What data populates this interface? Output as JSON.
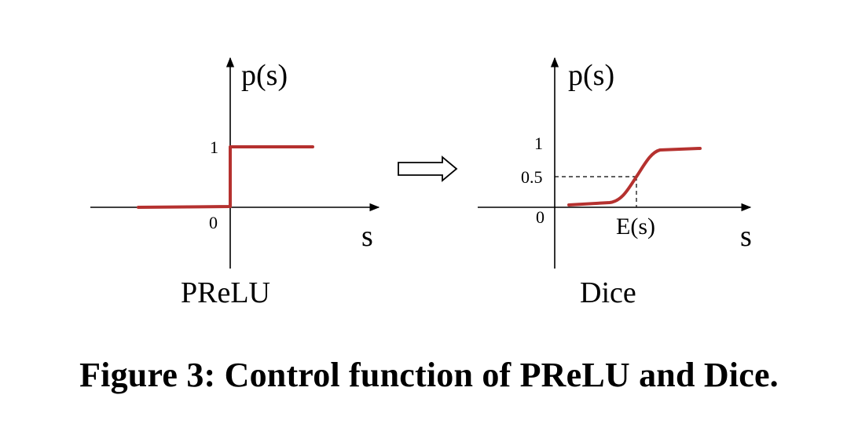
{
  "colors": {
    "curve": "#b5312f",
    "axis": "#000000",
    "background": "#ffffff"
  },
  "panels": {
    "prelu": {
      "y_axis_label": "p(s)",
      "x_axis_label": "s",
      "tick_one": "1",
      "tick_zero": "0",
      "title": "PReLU"
    },
    "dice": {
      "y_axis_label": "p(s)",
      "x_axis_label": "s",
      "tick_one": "1",
      "tick_half": "0.5",
      "tick_zero": "0",
      "mean_label": "E(s)",
      "title": "Dice"
    }
  },
  "caption": "Figure 3: Control function of PReLU and Dice."
}
